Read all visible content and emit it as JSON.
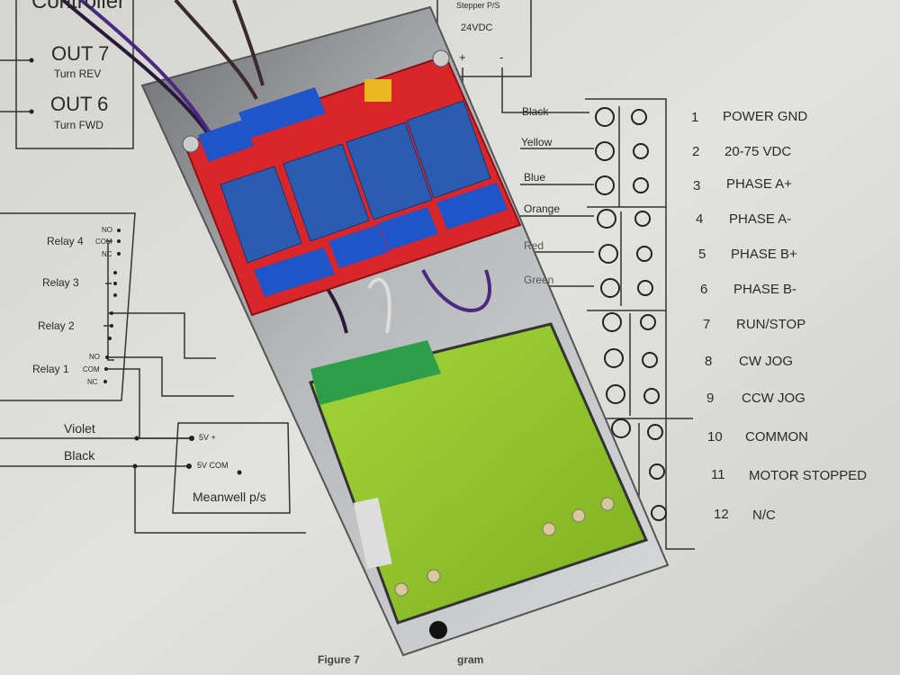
{
  "controller": {
    "title": "Controller",
    "outputs": [
      {
        "label": "OUT 7",
        "sub": "Turn REV"
      },
      {
        "label": "OUT 6",
        "sub": "Turn FWD"
      }
    ]
  },
  "relay_block": {
    "relays": [
      "Relay 4",
      "Relay 3",
      "Relay 2",
      "Relay 1"
    ],
    "contact_labels": [
      "NO",
      "COM",
      "NC"
    ]
  },
  "power_supply": {
    "wires": [
      "Violet",
      "Black"
    ],
    "terminals": [
      "5V +",
      "5V COM"
    ],
    "name": "Meanwell p/s"
  },
  "stepper_ps": {
    "title": "Stepper P/S",
    "voltage": "24VDC",
    "plus": "+",
    "minus": "-"
  },
  "wire_colors": [
    "Black",
    "Yellow",
    "Blue",
    "Orange",
    "Red",
    "Green"
  ],
  "driver_terminals": [
    {
      "num": "1",
      "label": "POWER GND"
    },
    {
      "num": "2",
      "label": "20-75 VDC"
    },
    {
      "num": "3",
      "label": "PHASE A+"
    },
    {
      "num": "4",
      "label": "PHASE A-"
    },
    {
      "num": "5",
      "label": "PHASE B+"
    },
    {
      "num": "6",
      "label": "PHASE B-"
    },
    {
      "num": "7",
      "label": "RUN/STOP"
    },
    {
      "num": "8",
      "label": "CW JOG"
    },
    {
      "num": "9",
      "label": "CCW JOG"
    },
    {
      "num": "10",
      "label": "COMMON"
    },
    {
      "num": "11",
      "label": "MOTOR STOPPED"
    },
    {
      "num": "12",
      "label": "N/C"
    }
  ],
  "caption": {
    "left": "Figure 7",
    "right": "gram"
  },
  "colors": {
    "paper": "#dcdcd8",
    "plate": "#a9abad",
    "relay_board": "#d8262a",
    "relay": "#2a5db0",
    "terminal_blue": "#1f55c8",
    "module_green": "#8fc42a",
    "terminal_green": "#2e9e4a"
  }
}
